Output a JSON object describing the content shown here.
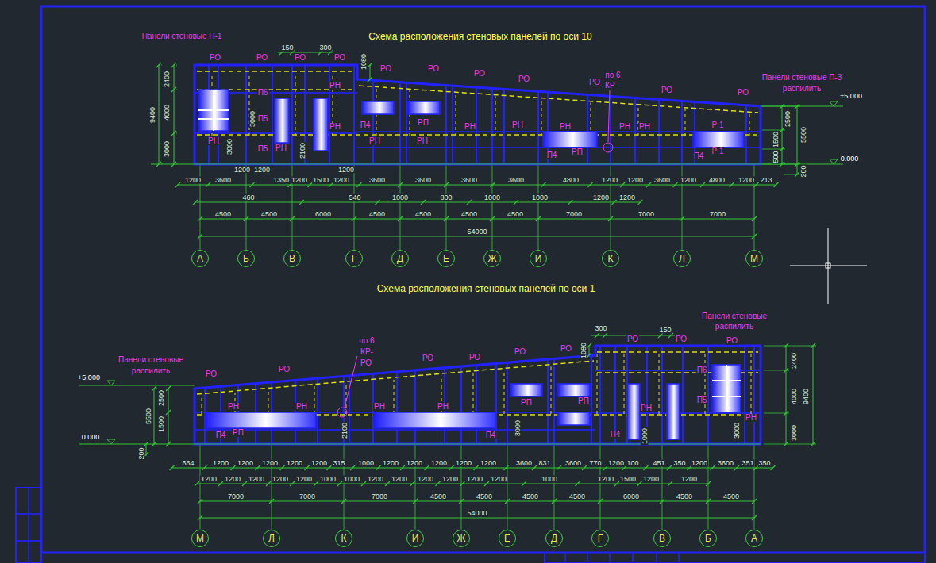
{
  "diagram": {
    "title": "Схема расположения стеновых панелей по оси 10",
    "nodes": [
      {
        "text": [
          "А"
        ]
      },
      {
        "text": [
          "Б"
        ]
      },
      {
        "text": [
          "В"
        ]
      },
      {
        "text": [
          "Г"
        ]
      },
      {
        "text": [
          "Д"
        ]
      },
      {
        "text": [
          "Е"
        ]
      },
      {
        "text": [
          "Ж"
        ]
      },
      {
        "text": [
          "И"
        ]
      },
      {
        "text": [
          "К"
        ]
      },
      {
        "text": [
          "Л"
        ]
      },
      {
        "text": [
          "М"
        ]
      },
      {
        "text": [
          "М"
        ]
      },
      {
        "text": [
          "Л"
        ]
      },
      {
        "text": [
          "К"
        ]
      },
      {
        "text": [
          "И"
        ]
      },
      {
        "text": [
          "Ж"
        ]
      },
      {
        "text": [
          "Е"
        ]
      },
      {
        "text": [
          "Д"
        ]
      },
      {
        "text": [
          "Г"
        ]
      },
      {
        "text": [
          "В"
        ]
      },
      {
        "text": [
          "Б"
        ]
      },
      {
        "text": [
          "А"
        ]
      }
    ],
    "labels": [
      "Схема расположения стеновых панелей по оси 1",
      "Панели стеновые П-1",
      "РО",
      "РО",
      "РО",
      "РО",
      "РО",
      "РО",
      "РО",
      "РО",
      "РО",
      "РО",
      "РО",
      "по 6",
      "КР-",
      "РН",
      "РН",
      "РН",
      "РН",
      "РН",
      "РН",
      "РН",
      "РН",
      "РН",
      "РН",
      "РН",
      "РП",
      "РП",
      "П4",
      "П4",
      "П4",
      "П5",
      "П5",
      "П6",
      "Р 1",
      "Р 1",
      "Панели стеновые П-3",
      "распилить",
      "150",
      "300",
      "1080",
      "2400",
      "4000",
      "3000",
      "9400",
      "3000",
      "3000",
      "2100",
      "+5.000",
      "0.000",
      "2500",
      "1500",
      "500",
      "5500",
      "200",
      "1200",
      "3600",
      "1350",
      "1200",
      "1500",
      "1200",
      "3600",
      "3600",
      "3600",
      "3600",
      "4800",
      "1200",
      "1200",
      "3600",
      "1200",
      "4800",
      "1200",
      "213",
      "1200",
      "1200",
      "1200",
      "460",
      "540",
      "1000",
      "800",
      "1000",
      "1000",
      "1200",
      "1200",
      "4500",
      "4500",
      "6000",
      "4500",
      "4500",
      "4500",
      "4500",
      "7000",
      "7000",
      "7000",
      "54000",
      "Панели стеновые",
      "распилить",
      "по 6",
      "КР-",
      "РО",
      "РО",
      "РО",
      "РО",
      "РО",
      "РО",
      "РО",
      "РО",
      "РО",
      "РО",
      "Панели стеновые",
      "распилить",
      "РН",
      "РН",
      "РН",
      "РН",
      "РН",
      "РН",
      "РП",
      "РП",
      "РП",
      "П4",
      "П4",
      "П4",
      "П5",
      "П6",
      "300",
      "150",
      "1080",
      "+5.000",
      "0.000",
      "5500",
      "2500",
      "1500",
      "200",
      "2100",
      "3000",
      "3000",
      "1000",
      "2400",
      "4000",
      "3000",
      "9400",
      "664",
      "1200",
      "1200",
      "1200",
      "1200",
      "1200",
      "315",
      "1000",
      "1200",
      "1200",
      "1200",
      "1200",
      "1200",
      "3600",
      "831",
      "3600",
      "770",
      "1200",
      "100",
      "451",
      "350",
      "1200",
      "3600",
      "351",
      "350",
      "1200",
      "1200",
      "1200",
      "1200",
      "1200",
      "1000",
      "1000",
      "1200",
      "1200",
      "1200",
      "1200",
      "1200",
      "1200",
      "1000",
      "1200",
      "1500",
      "1200",
      "1200",
      "7000",
      "7000",
      "7000",
      "4500",
      "4500",
      "4500",
      "4500",
      "6000",
      "4500",
      "4500",
      "54000"
    ]
  }
}
